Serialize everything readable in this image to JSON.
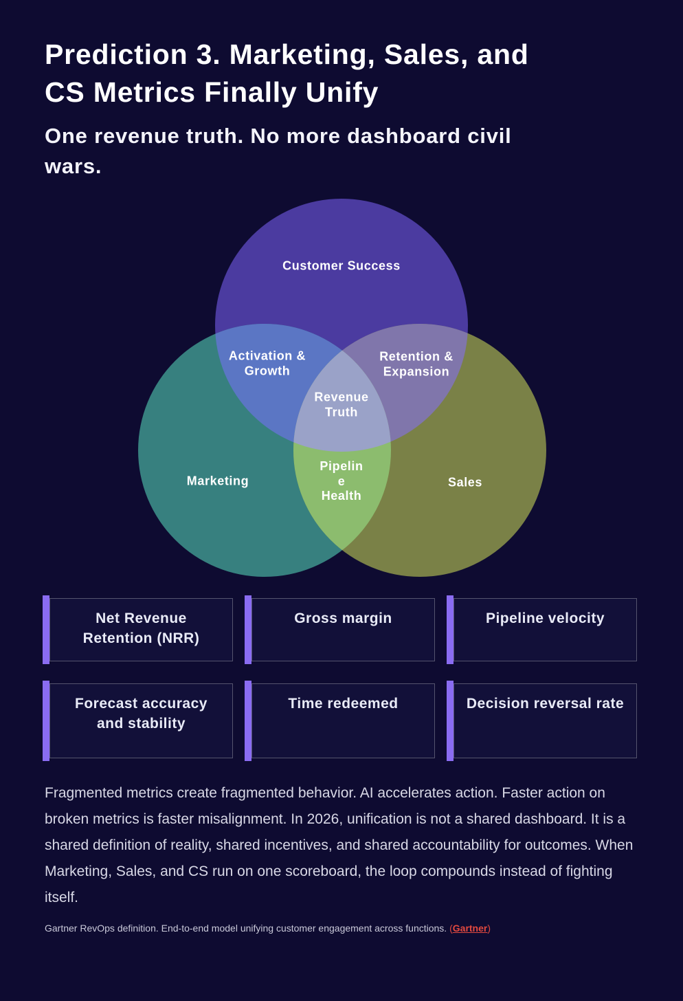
{
  "theme": {
    "bg": "#0E0B31",
    "card-bg": "#121039",
    "card-border": "#55546E",
    "accent": "#8A6CF2",
    "link": "#E4493F"
  },
  "header": {
    "title": "Prediction 3. Marketing, Sales, and\nCS Metrics Finally Unify",
    "subtitle": "One revenue truth. No more dashboard civil\nwars."
  },
  "venn": {
    "circles": [
      {
        "id": "customer-success",
        "label": "Customer Success",
        "color": "#4B3BA0"
      },
      {
        "id": "marketing",
        "label": "Marketing",
        "color": "#37807F"
      },
      {
        "id": "sales",
        "label": "Sales",
        "color": "#7A8147"
      }
    ],
    "overlaps": [
      {
        "id": "activation-growth",
        "label": "Activation &\nGrowth",
        "color": "#5B76C4"
      },
      {
        "id": "retention-expansion",
        "label": "Retention &\nExpansion",
        "color": "#8076AB"
      },
      {
        "id": "pipeline-health",
        "label": "Pipelin\ne\nHealth",
        "color": "#8CBC6E"
      },
      {
        "id": "revenue-truth",
        "label": "Revenue\nTruth",
        "color": "#9AA2C8"
      }
    ]
  },
  "metrics": {
    "cards": [
      {
        "label": "Net Revenue Retention (NRR)"
      },
      {
        "label": "Gross margin"
      },
      {
        "label": "Pipeline velocity"
      },
      {
        "label": "Forecast accuracy and stability"
      },
      {
        "label": "Time redeemed"
      },
      {
        "label": "Decision reversal rate"
      }
    ]
  },
  "body": {
    "paragraph": "Fragmented metrics create fragmented behavior. AI accelerates action. Faster action on broken metrics is faster misalignment. In 2026, unification is not a shared dashboard. It is a shared definition of reality, shared incentives, and shared accountability for outcomes. When Marketing, Sales, and CS run on one scoreboard, the loop compounds instead of fighting itself."
  },
  "footer": {
    "lead": "Gartner RevOps definition. End-to-end model unifying customer engagement across functions. ",
    "paren_open": "(",
    "link": "Gartner",
    "paren_close": ")"
  }
}
